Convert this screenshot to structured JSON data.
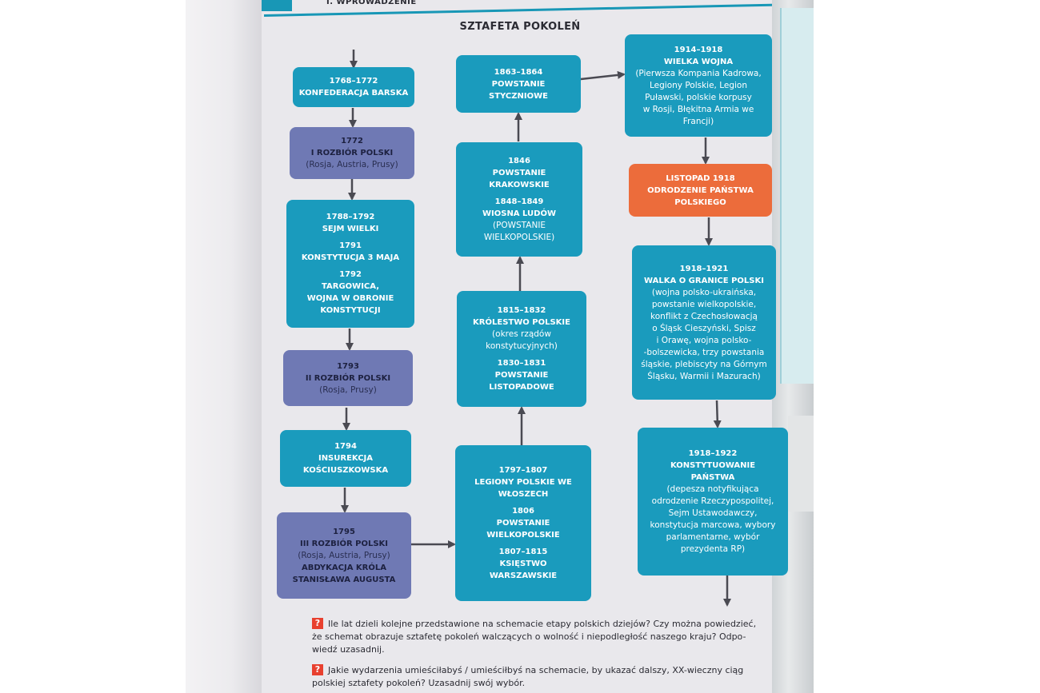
{
  "header": {
    "section": "I. WPROWADZENIE"
  },
  "title": "SZTAFETA POKOLEŃ",
  "boxes": {
    "barska": {
      "date": "1768–1772",
      "name": "KONFEDERACJA BARSKA"
    },
    "rozbior1": {
      "date": "1772",
      "name": "I ROZBIÓR POLSKI",
      "note": "(Rosja, Austria, Prusy)"
    },
    "sejm": {
      "date1": "1788–1792",
      "name1": "SEJM WIELKI",
      "date2": "1791",
      "name2": "KONSTYTUCJA 3 MAJA",
      "date3": "1792",
      "name3a": "TARGOWICA,",
      "name3b": "WOJNA W OBRONIE",
      "name3c": "KONSTYTUCJI"
    },
    "rozbior2": {
      "date": "1793",
      "name": "II ROZBIÓR POLSKI",
      "note": "(Rosja, Prusy)"
    },
    "insurekcja": {
      "date": "1794",
      "name1": "INSUREKCJA",
      "name2": "KOŚCIUSZKOWSKA"
    },
    "rozbior3": {
      "date": "1795",
      "name": "III ROZBIÓR POLSKI",
      "note": "(Rosja, Austria, Prusy)",
      "extra1": "ABDYKACJA KRÓLA",
      "extra2": "STANISŁAWA AUGUSTA"
    },
    "legiony": {
      "date1": "1797–1807",
      "name1a": "LEGIONY POLSKIE WE",
      "name1b": "WŁOSZECH",
      "date2": "1806",
      "name2a": "POWSTANIE",
      "name2b": "WIELKOPOLSKIE",
      "date3": "1807–1815",
      "name3a": "KSIĘSTWO",
      "name3b": "WARSZAWSKIE"
    },
    "krolestwo": {
      "date1": "1815–1832",
      "name1": "KRÓLESTWO POLSKIE",
      "note1a": "(okres rządów",
      "note1b": "konstytucyjnych)",
      "date2": "1830–1831",
      "name2a": "POWSTANIE",
      "name2b": "LISTOPADOWE"
    },
    "krakowskie": {
      "date1": "1846",
      "name1a": "POWSTANIE",
      "name1b": "KRAKOWSKIE",
      "date2": "1848–1849",
      "name2": "WIOSNA LUDÓW",
      "note2a": "(POWSTANIE",
      "note2b": "WIELKOPOLSKIE)"
    },
    "styczniowe": {
      "date": "1863–1864",
      "name1": "POWSTANIE",
      "name2": "STYCZNIOWE"
    },
    "wojna": {
      "date": "1914–1918",
      "name": "WIELKA WOJNA",
      "note1": "(Pierwsza Kompania Kadrowa,",
      "note2": "Legiony Polskie, Legion",
      "note3": "Puławski, polskie korpusy",
      "note4": "w Rosji, Błękitna Armia we",
      "note5": "Francji)"
    },
    "odrodzenie": {
      "date": "LISTOPAD 1918",
      "name1": "ODRODZENIE PAŃSTWA",
      "name2": "POLSKIEGO"
    },
    "granice": {
      "date": "1918–1921",
      "name": "WALKA O GRANICE POLSKI",
      "note1": "(wojna polsko-ukraińska,",
      "note2": "powstanie wielkopolskie,",
      "note3": "konflikt z Czechosłowacją",
      "note4": "o Śląsk Cieszyński, Spisz",
      "note5": "i Orawę, wojna polsko-",
      "note6": "-bolszewicka, trzy powstania",
      "note7": "śląskie, plebiscyty na Górnym",
      "note8": "Śląsku, Warmii i Mazurach)"
    },
    "konstytuowanie": {
      "date": "1918–1922",
      "name1": "KONSTYTUOWANIE",
      "name2": "PAŃSTWA",
      "note1": "(depesza notyfikująca",
      "note2": "odrodzenie Rzeczypospolitej,",
      "note3": "Sejm Ustawodawczy,",
      "note4": "konstytucja marcowa, wybory",
      "note5": "parlamentarne, wybór",
      "note6": "prezydenta RP)"
    }
  },
  "questions": {
    "icon": "?",
    "q1a": "Ile lat dzieli kolejne przedstawione na schemacie etapy polskich dziejów? Czy można powiedzieć,",
    "q1b": "że schemat obrazuje sztafetę pokoleń walczących o wolność i niepodległość naszego kraju? Odpo-",
    "q1c": "wiedź uzasadnij.",
    "q2a": "Jakie wydarzenia umieściłabyś / umieściłbyś na schemacie, by ukazać dalszy, XX-wieczny ciąg",
    "q2b": "polskiej sztafety pokoleń? Uzasadnij swój wybór."
  },
  "colors": {
    "teal": "#1a9bbd",
    "purple": "#6f79b4",
    "orange": "#ec6c3b",
    "arrow": "#4a4a52"
  }
}
